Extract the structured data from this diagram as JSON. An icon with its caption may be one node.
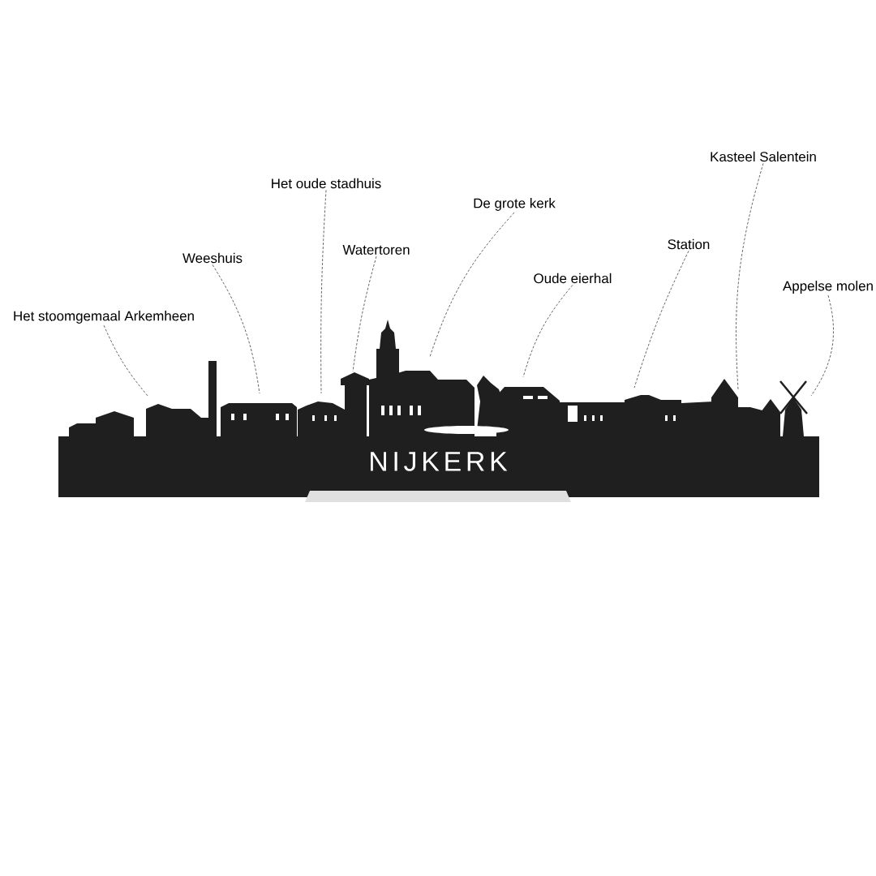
{
  "diagram": {
    "nodes": [
      {
        "text": [
          "Het stoomgemaal Arkemheen"
        ]
      },
      {
        "text": [
          "Weeshuis"
        ]
      },
      {
        "text": [
          "Het oude stadhuis"
        ]
      },
      {
        "text": [
          "Watertoren"
        ]
      },
      {
        "text": [
          "De grote kerk"
        ]
      },
      {
        "text": [
          "Oude eierhal"
        ]
      },
      {
        "text": [
          "Station"
        ]
      },
      {
        "text": [
          "Kasteel Salentein"
        ]
      },
      {
        "text": [
          "Appelse molen"
        ]
      }
    ],
    "edges": [
      {
        "from": 0,
        "to": null,
        "arrow": "none",
        "style": "dashed"
      },
      {
        "from": 1,
        "to": null,
        "arrow": "none",
        "style": "dashed"
      },
      {
        "from": 2,
        "to": null,
        "arrow": "none",
        "style": "dashed"
      },
      {
        "from": 3,
        "to": null,
        "arrow": "none",
        "style": "dashed"
      },
      {
        "from": 4,
        "to": null,
        "arrow": "none",
        "style": "dashed"
      },
      {
        "from": 5,
        "to": null,
        "arrow": "none",
        "style": "dashed"
      },
      {
        "from": 6,
        "to": null,
        "arrow": "none",
        "style": "dashed"
      },
      {
        "from": 7,
        "to": null,
        "arrow": "none",
        "style": "dashed"
      },
      {
        "from": 8,
        "to": null,
        "arrow": "none",
        "style": "dashed"
      }
    ],
    "labels": [
      "NIJKERK"
    ]
  }
}
